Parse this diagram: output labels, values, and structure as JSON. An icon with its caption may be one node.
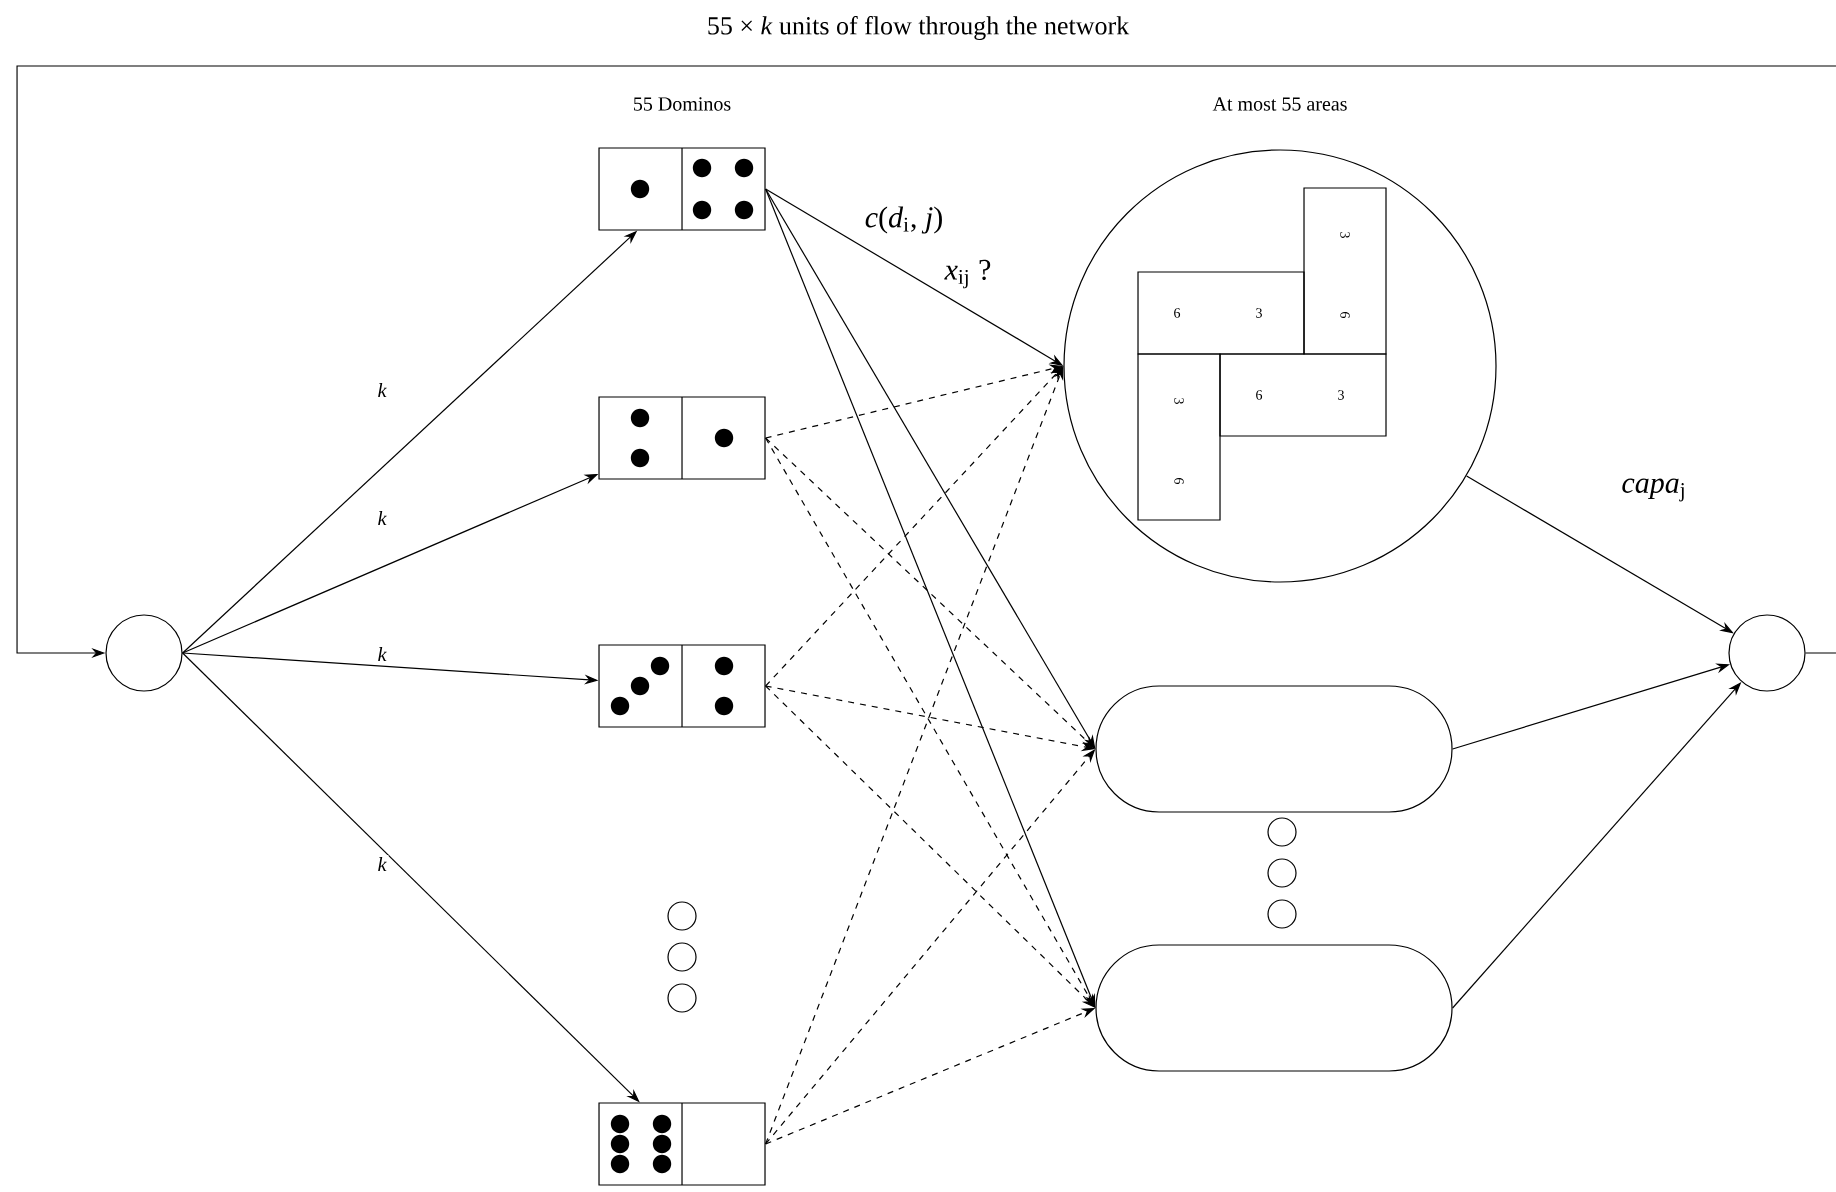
{
  "diagram": {
    "nodes": [
      {
        "text": [],
        "shape": "circle"
      },
      {
        "text": [],
        "shape": "box"
      },
      {
        "text": [],
        "shape": "box"
      },
      {
        "text": [],
        "shape": "box"
      },
      {
        "text": [],
        "shape": "box"
      },
      {
        "text": [],
        "shape": "circle"
      },
      {
        "text": [
          "6",
          "3"
        ],
        "in": 5
      },
      {
        "text": [
          "3",
          "6"
        ],
        "in": 5
      },
      {
        "text": [
          "3",
          "6"
        ],
        "in": 5
      },
      {
        "text": [
          "6",
          "3"
        ],
        "in": 5
      },
      {
        "text": [],
        "shape": "box"
      },
      {
        "text": [],
        "shape": "box"
      },
      {
        "text": [],
        "shape": "circle"
      }
    ],
    "edges": [
      {
        "from": 0,
        "to": 1,
        "arrow": "to",
        "label": "k"
      },
      {
        "from": 0,
        "to": 2,
        "arrow": "to",
        "label": "k"
      },
      {
        "from": 0,
        "to": 3,
        "arrow": "to",
        "label": "k"
      },
      {
        "from": 0,
        "to": 4,
        "arrow": "to",
        "label": "k"
      },
      {
        "from": 1,
        "to": 5,
        "arrow": "to",
        "label": "*c*(*d*$_{i}$, *j*)"
      },
      {
        "from": 1,
        "to": 10,
        "arrow": "to"
      },
      {
        "from": 1,
        "to": 11,
        "arrow": "to"
      },
      {
        "from": 2,
        "to": 5,
        "arrow": "to",
        "style": "dashed"
      },
      {
        "from": 2,
        "to": 10,
        "arrow": "to",
        "style": "dashed"
      },
      {
        "from": 2,
        "to": 11,
        "arrow": "to",
        "style": "dashed"
      },
      {
        "from": 3,
        "to": 5,
        "arrow": "to",
        "style": "dashed"
      },
      {
        "from": 3,
        "to": 10,
        "arrow": "to",
        "style": "dashed"
      },
      {
        "from": 3,
        "to": 11,
        "arrow": "to",
        "style": "dashed"
      },
      {
        "from": 4,
        "to": 5,
        "arrow": "to",
        "style": "dashed"
      },
      {
        "from": 4,
        "to": 10,
        "arrow": "to",
        "style": "dashed"
      },
      {
        "from": 4,
        "to": 11,
        "arrow": "to",
        "style": "dashed"
      },
      {
        "from": 5,
        "to": 12,
        "arrow": "to",
        "label": "*capa*$_{j}$"
      },
      {
        "from": 10,
        "to": 12,
        "arrow": "to"
      },
      {
        "from": 11,
        "to": 12,
        "arrow": "to"
      },
      {
        "from": 12,
        "to": 0,
        "arrow": "to",
        "label": "55 × *k* units of flow through the network"
      }
    ],
    "labels": [
      "55 Dominos",
      "At most 55 areas",
      "*x*$_{ij}$ ?"
    ]
  }
}
